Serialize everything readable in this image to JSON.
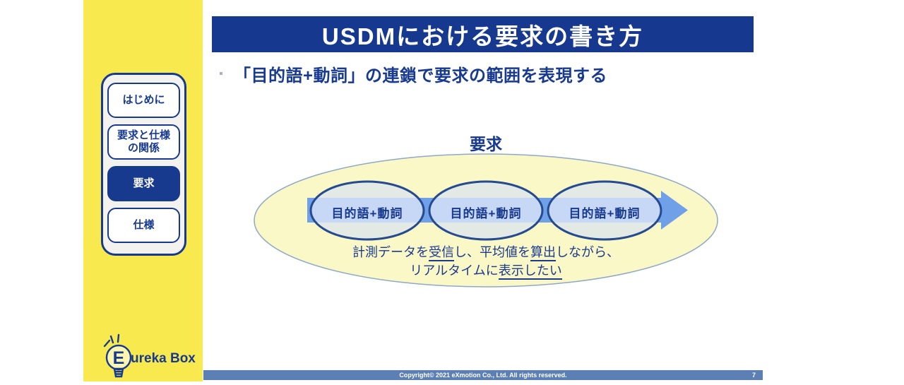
{
  "header": {
    "title": "USDMにおける要求の書き方"
  },
  "subtitle": "「目的語+動詞」の連鎖で要求の範囲を表現する",
  "sidebar": {
    "items": [
      {
        "label": "はじめに",
        "active": false
      },
      {
        "label": "要求と仕様\nの関係",
        "active": false
      },
      {
        "label": "要求",
        "active": true
      },
      {
        "label": "仕様",
        "active": false
      }
    ]
  },
  "logo": {
    "bulb_letter": "E",
    "wordmark": "ureka Box"
  },
  "diagram": {
    "title": "要求",
    "chain_labels": [
      "目的語+動詞",
      "目的語+動詞",
      "目的語+動詞"
    ],
    "requirement_line1": {
      "s1": "計測データを",
      "s2": "受信",
      "s3": "し、平均値を",
      "s4": "算出",
      "s5": "しながら、"
    },
    "requirement_line2": {
      "s1": "リアルタイムに",
      "s2": "表示したい"
    }
  },
  "footer": {
    "copyright": "Copyright© 2021 eXmotion Co., Ltd. All rights reserved.",
    "page": "7"
  },
  "colors": {
    "accent_blue": "#16398F",
    "text_blue": "#17398E",
    "sidebar_yellow": "#F8EA4E",
    "footer_blue": "#5C80B4",
    "arrow_blue": "#6FA0E8",
    "arrow_band_light": "#C6D8F5",
    "scope_ellipse_fill": "#FBF8C8",
    "chain_ellipse_fill": "#E3E9E5"
  }
}
